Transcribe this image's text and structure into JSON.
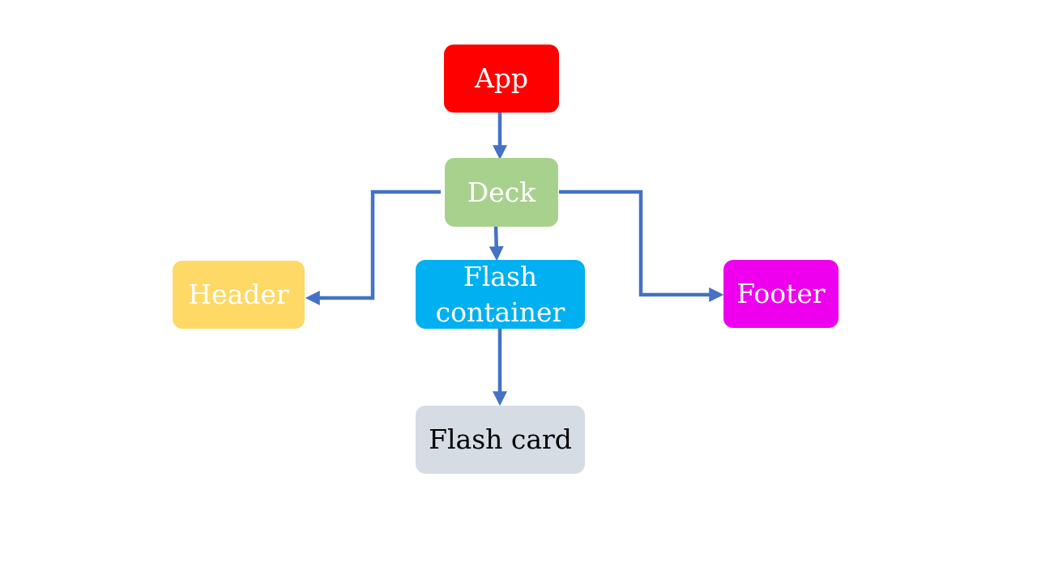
{
  "nodes": {
    "app": {
      "label": "App",
      "fill": "#FF0000",
      "text_color": "#FFFFFF"
    },
    "deck": {
      "label": "Deck",
      "fill": "#A9D18E",
      "text_color": "#FFFFFF"
    },
    "header": {
      "label": "Header",
      "fill": "#FFD966",
      "text_color": "#FFFFFF"
    },
    "flash_container": {
      "label": "Flash container",
      "fill": "#00B0F0",
      "text_color": "#FFFFFF"
    },
    "footer": {
      "label": "Footer",
      "fill": "#EE00EE",
      "text_color": "#FFFFFF"
    },
    "flash_card": {
      "label": "Flash card",
      "fill": "#D6DCE4",
      "text_color": "#000000"
    }
  },
  "edges": [
    {
      "from": "App",
      "to": "Deck"
    },
    {
      "from": "Deck",
      "to": "Header"
    },
    {
      "from": "Deck",
      "to": "Flash container"
    },
    {
      "from": "Deck",
      "to": "Footer"
    },
    {
      "from": "Flash container",
      "to": "Flash card"
    }
  ],
  "colors": {
    "arrow": "#4472C4"
  }
}
